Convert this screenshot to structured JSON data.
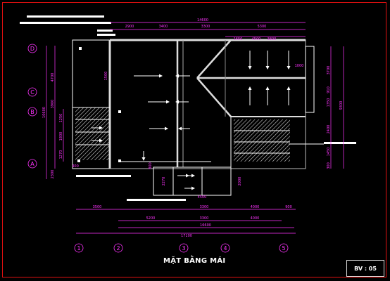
{
  "drawing": {
    "title": "MẶT BẰNG MÁI",
    "sheet_code": "BV : 05"
  },
  "colors": {
    "background": "#000000",
    "frame": "#e01010",
    "lines": "#ffffff",
    "dimensions": "#ff33ff",
    "grid_bubbles": "#ff33ff",
    "hatch": "#d0d0d0"
  },
  "grid_columns": [
    "1",
    "2",
    "3",
    "4",
    "5"
  ],
  "grid_rows": [
    "D",
    "C",
    "B",
    "A"
  ],
  "top_dimensions": {
    "overall": "14600",
    "segments": [
      "2900",
      "3400",
      "3300",
      "5300"
    ],
    "sub_segments": [
      "1650",
      "3800"
    ]
  },
  "bottom_dimensions": {
    "row1": [
      "3500",
      "3300",
      "4000",
      "900"
    ],
    "row2": [
      "5200",
      "3300",
      "4000"
    ],
    "row3": "16600",
    "overall": "17100"
  },
  "left_dimensions": {
    "outer": "10600",
    "mid": [
      "4700",
      "3900",
      "2300"
    ],
    "inner": [
      "1250",
      "1800",
      "1270"
    ]
  },
  "right_dimensions": {
    "outer": "9300",
    "inner": [
      "3700",
      "910",
      "1350",
      "2400",
      "1450",
      "300"
    ]
  },
  "misc_dimensions": [
    "4500",
    "1500",
    "2000",
    "2270",
    "400",
    "800",
    "4500",
    "1000"
  ]
}
